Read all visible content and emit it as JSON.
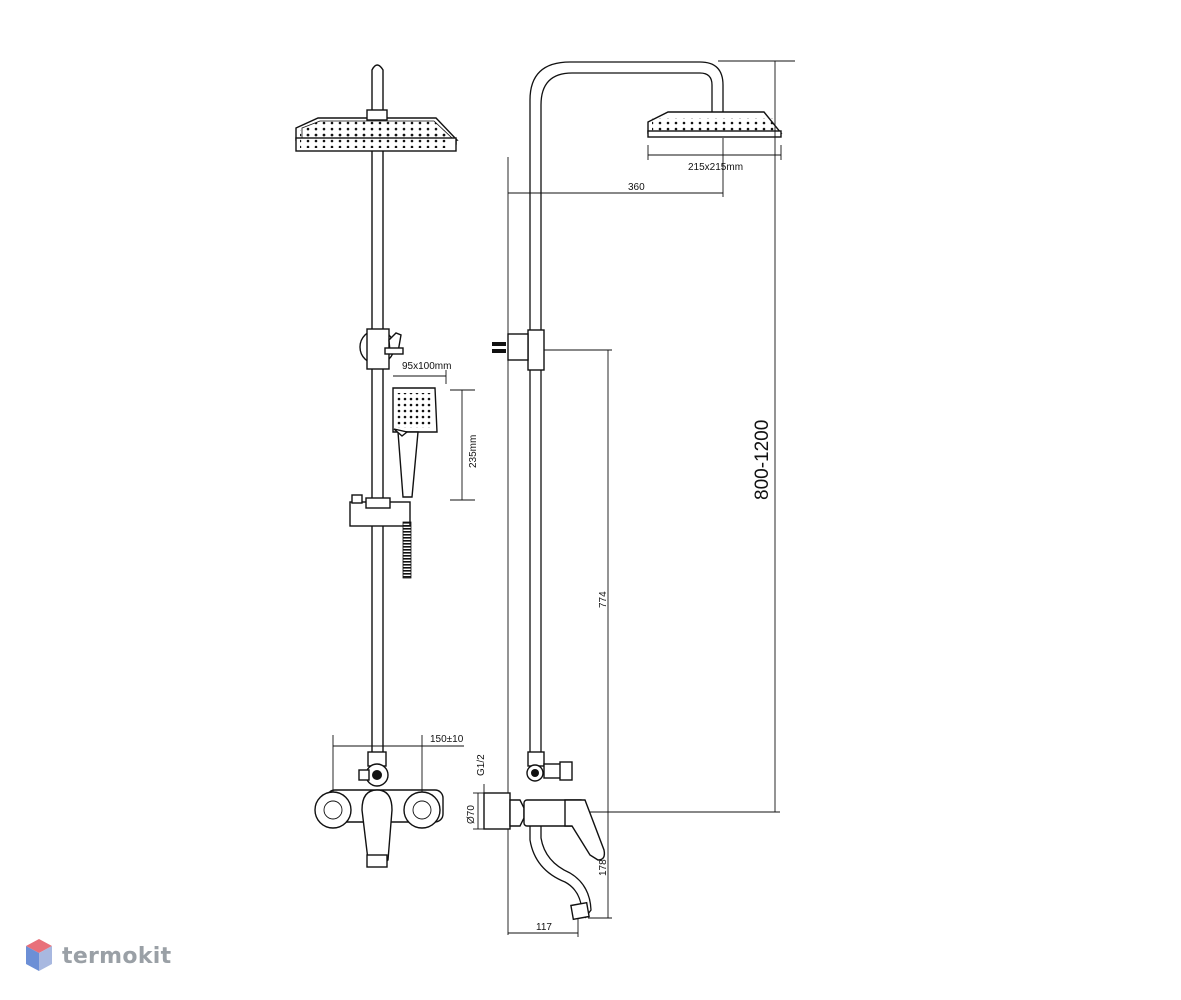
{
  "dimensions": {
    "head_size": "215x215mm",
    "arm_reach": "360",
    "height_range": "800-1200",
    "hand_shower_size": "95x100mm",
    "hand_shower_length": "235mm",
    "mixer_to_holder": "774",
    "spout_drop": "178",
    "spout_reach": "117",
    "inlet_spacing": "150±10",
    "thread": "G1/2",
    "flange_diameter": "Ø70"
  },
  "brand": {
    "name": "termokit",
    "colors": {
      "top": "#e8707a",
      "left": "#6c8fd6",
      "right": "#a8b8e0"
    }
  },
  "icons": {
    "logo": "termokit-cube-logo"
  }
}
